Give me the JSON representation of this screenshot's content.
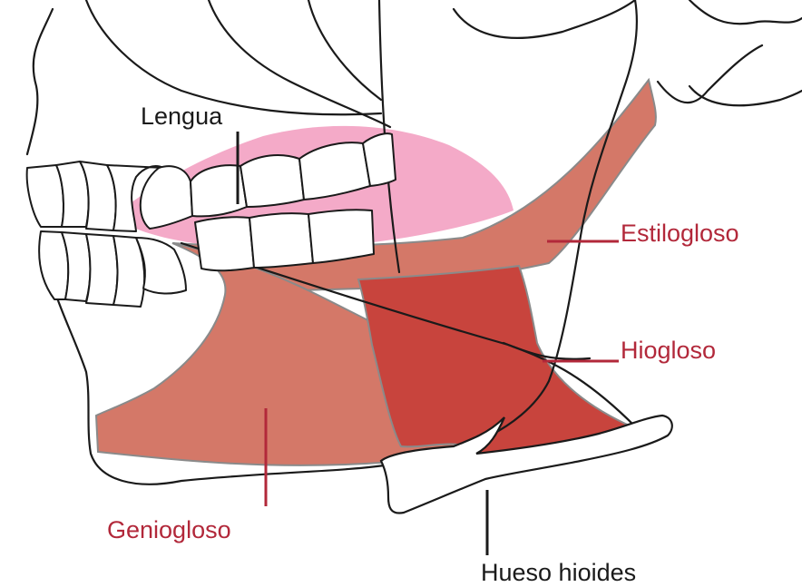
{
  "colors": {
    "tongue": "#f4aac8",
    "genio": "#d47868",
    "stylo": "#d47868",
    "hyo": "#c8443d",
    "muscle_edge": "#8a8a8a",
    "outline": "#1a1a1a",
    "label_red": "#b2283a",
    "label_black": "#1a1a1a"
  },
  "labels": {
    "lengua": "Lengua",
    "estilogloso": "Estilogloso",
    "hiogloso": "Hiogloso",
    "geniogloso": "Geniogloso",
    "hueso_hioides": "Hueso hioides"
  }
}
